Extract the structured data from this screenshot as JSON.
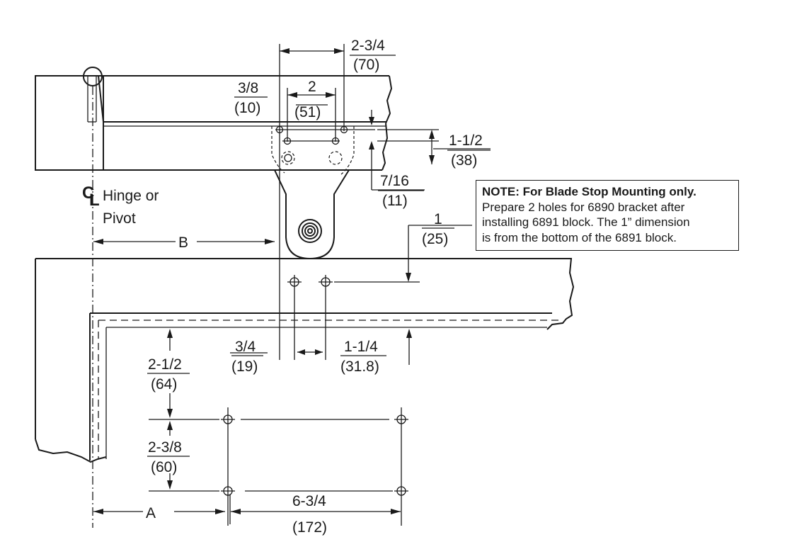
{
  "labels": {
    "hinge_line1": "Hinge or",
    "hinge_line2": "Pivot",
    "cl_symbol": "C",
    "cl_symbol_sub": "L",
    "dim_a": "A",
    "dim_b": "B"
  },
  "dimensions": {
    "top_width": {
      "frac": "2-3/4",
      "mm": "(70)"
    },
    "hole_spacing_2": {
      "frac": "2",
      "mm": "(51)"
    },
    "offset_3_8": {
      "frac": "3/8",
      "mm": "(10)"
    },
    "depth_1_1_2": {
      "frac": "1-1/2",
      "mm": "(38)"
    },
    "depth_7_16": {
      "frac": "7/16",
      "mm": "(11)"
    },
    "blade_1": {
      "frac": "1",
      "mm": "(25)"
    },
    "offset_3_4": {
      "frac": "3/4",
      "mm": "(19)"
    },
    "spacing_1_1_4": {
      "frac": "1-1/4",
      "mm": "(31.8)"
    },
    "frame_2_1_2": {
      "frac": "2-1/2",
      "mm": "(64)"
    },
    "frame_2_3_8": {
      "frac": "2-3/8",
      "mm": "(60)"
    },
    "width_6_3_4": {
      "frac": "6-3/4",
      "mm": "(172)"
    }
  },
  "note": {
    "title": "NOTE: For Blade Stop Mounting only.",
    "line1": "Prepare 2 holes for 6890 bracket after",
    "line2": "installing 6891 block. The 1” dimension",
    "line3": "is from the bottom of the 6891 block."
  }
}
